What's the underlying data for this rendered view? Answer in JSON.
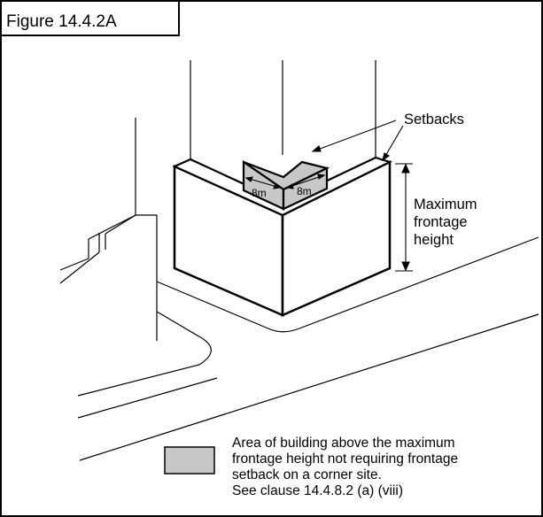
{
  "figure": {
    "title": "Figure 14.4.2A"
  },
  "labels": {
    "setbacks": "Setbacks",
    "max_height": [
      "Maximum",
      "frontage",
      "height"
    ],
    "setback_left": "8m",
    "setback_right": "8m"
  },
  "legend": {
    "swatch_color": "#c8c8c8",
    "lines": [
      "Area of building above the maximum",
      "frontage height not requiring frontage",
      "setback on a corner site.",
      "See clause 14.4.8.2 (a) (viii)"
    ]
  },
  "colors": {
    "shaded": "#c8c8c8",
    "line": "#000000",
    "background": "#ffffff"
  }
}
